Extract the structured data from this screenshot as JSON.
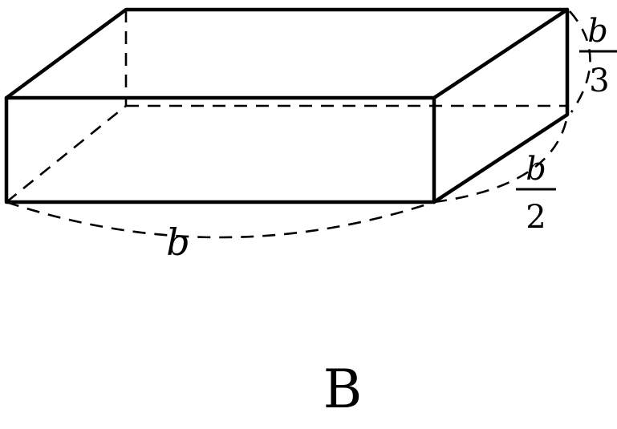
{
  "box": {
    "length_label": "b",
    "depth_label": {
      "numerator": "b",
      "denominator": "2"
    },
    "height_label": {
      "numerator": "b",
      "denominator": "3"
    }
  },
  "caption": "B"
}
